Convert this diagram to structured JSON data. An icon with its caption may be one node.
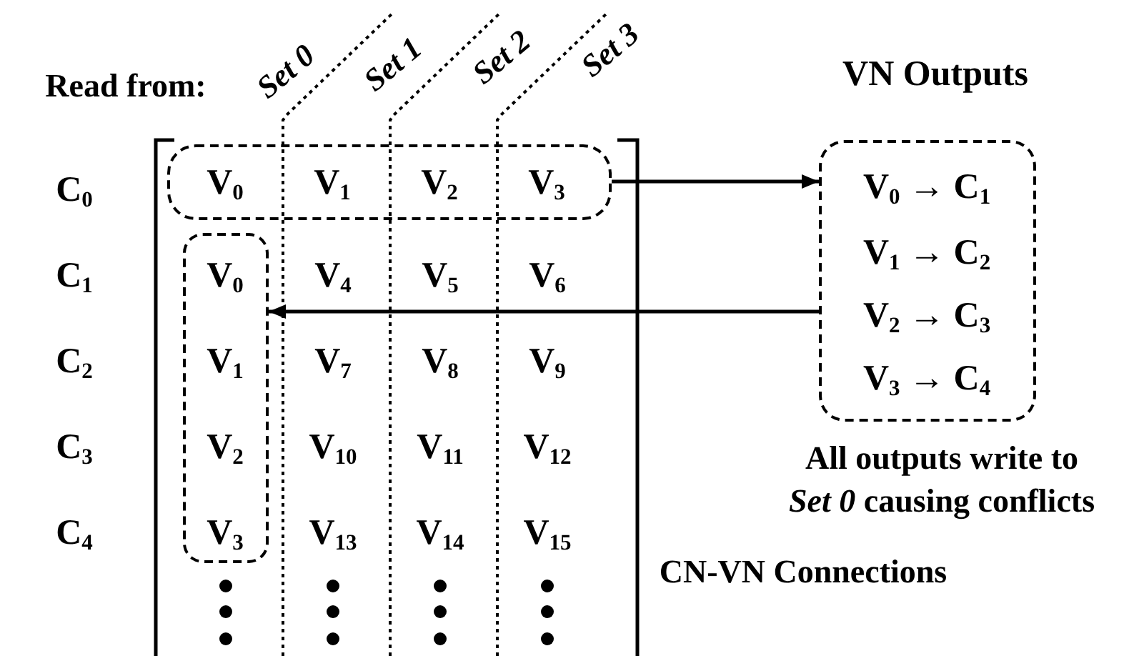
{
  "diagram": {
    "nodes": [
      {
        "text": [
          "V$_{0}$",
          "V$_{1}$",
          "V$_{2}$",
          "V$_{3}$"
        ]
      },
      {
        "text": [
          "V$_{0}$",
          "V$_{1}$",
          "V$_{2}$",
          "V$_{3}$"
        ]
      },
      {
        "text": [
          "VN Outputs",
          "V$_{0}$ → C$_{1}$",
          "V$_{1}$ → C$_{2}$",
          "V$_{2}$ → C$_{3}$",
          "V$_{3}$ → C$_{4}$"
        ],
        "beside": [
          "All outputs write to *Set 0* causing conflicts"
        ]
      }
    ],
    "edges": [
      {
        "from": 0,
        "to": 2,
        "arrow": "to"
      },
      {
        "from": 2,
        "to": 1,
        "arrow": "to"
      }
    ],
    "labels": [
      "Read from:",
      "Set 0",
      "Set 1",
      "Set 2",
      "Set 3",
      "C$_{0}$",
      "C$_{1}$",
      "V$_{4}$",
      "V$_{5}$",
      "V$_{6}$",
      "C$_{2}$",
      "V$_{7}$",
      "V$_{8}$",
      "V$_{9}$",
      "C$_{3}$",
      "V$_{10}$",
      "V$_{11}$",
      "V$_{12}$",
      "C$_{4}$",
      "V$_{13}$",
      "V$_{14}$",
      "V$_{15}$",
      "CN-VN Connections"
    ]
  }
}
